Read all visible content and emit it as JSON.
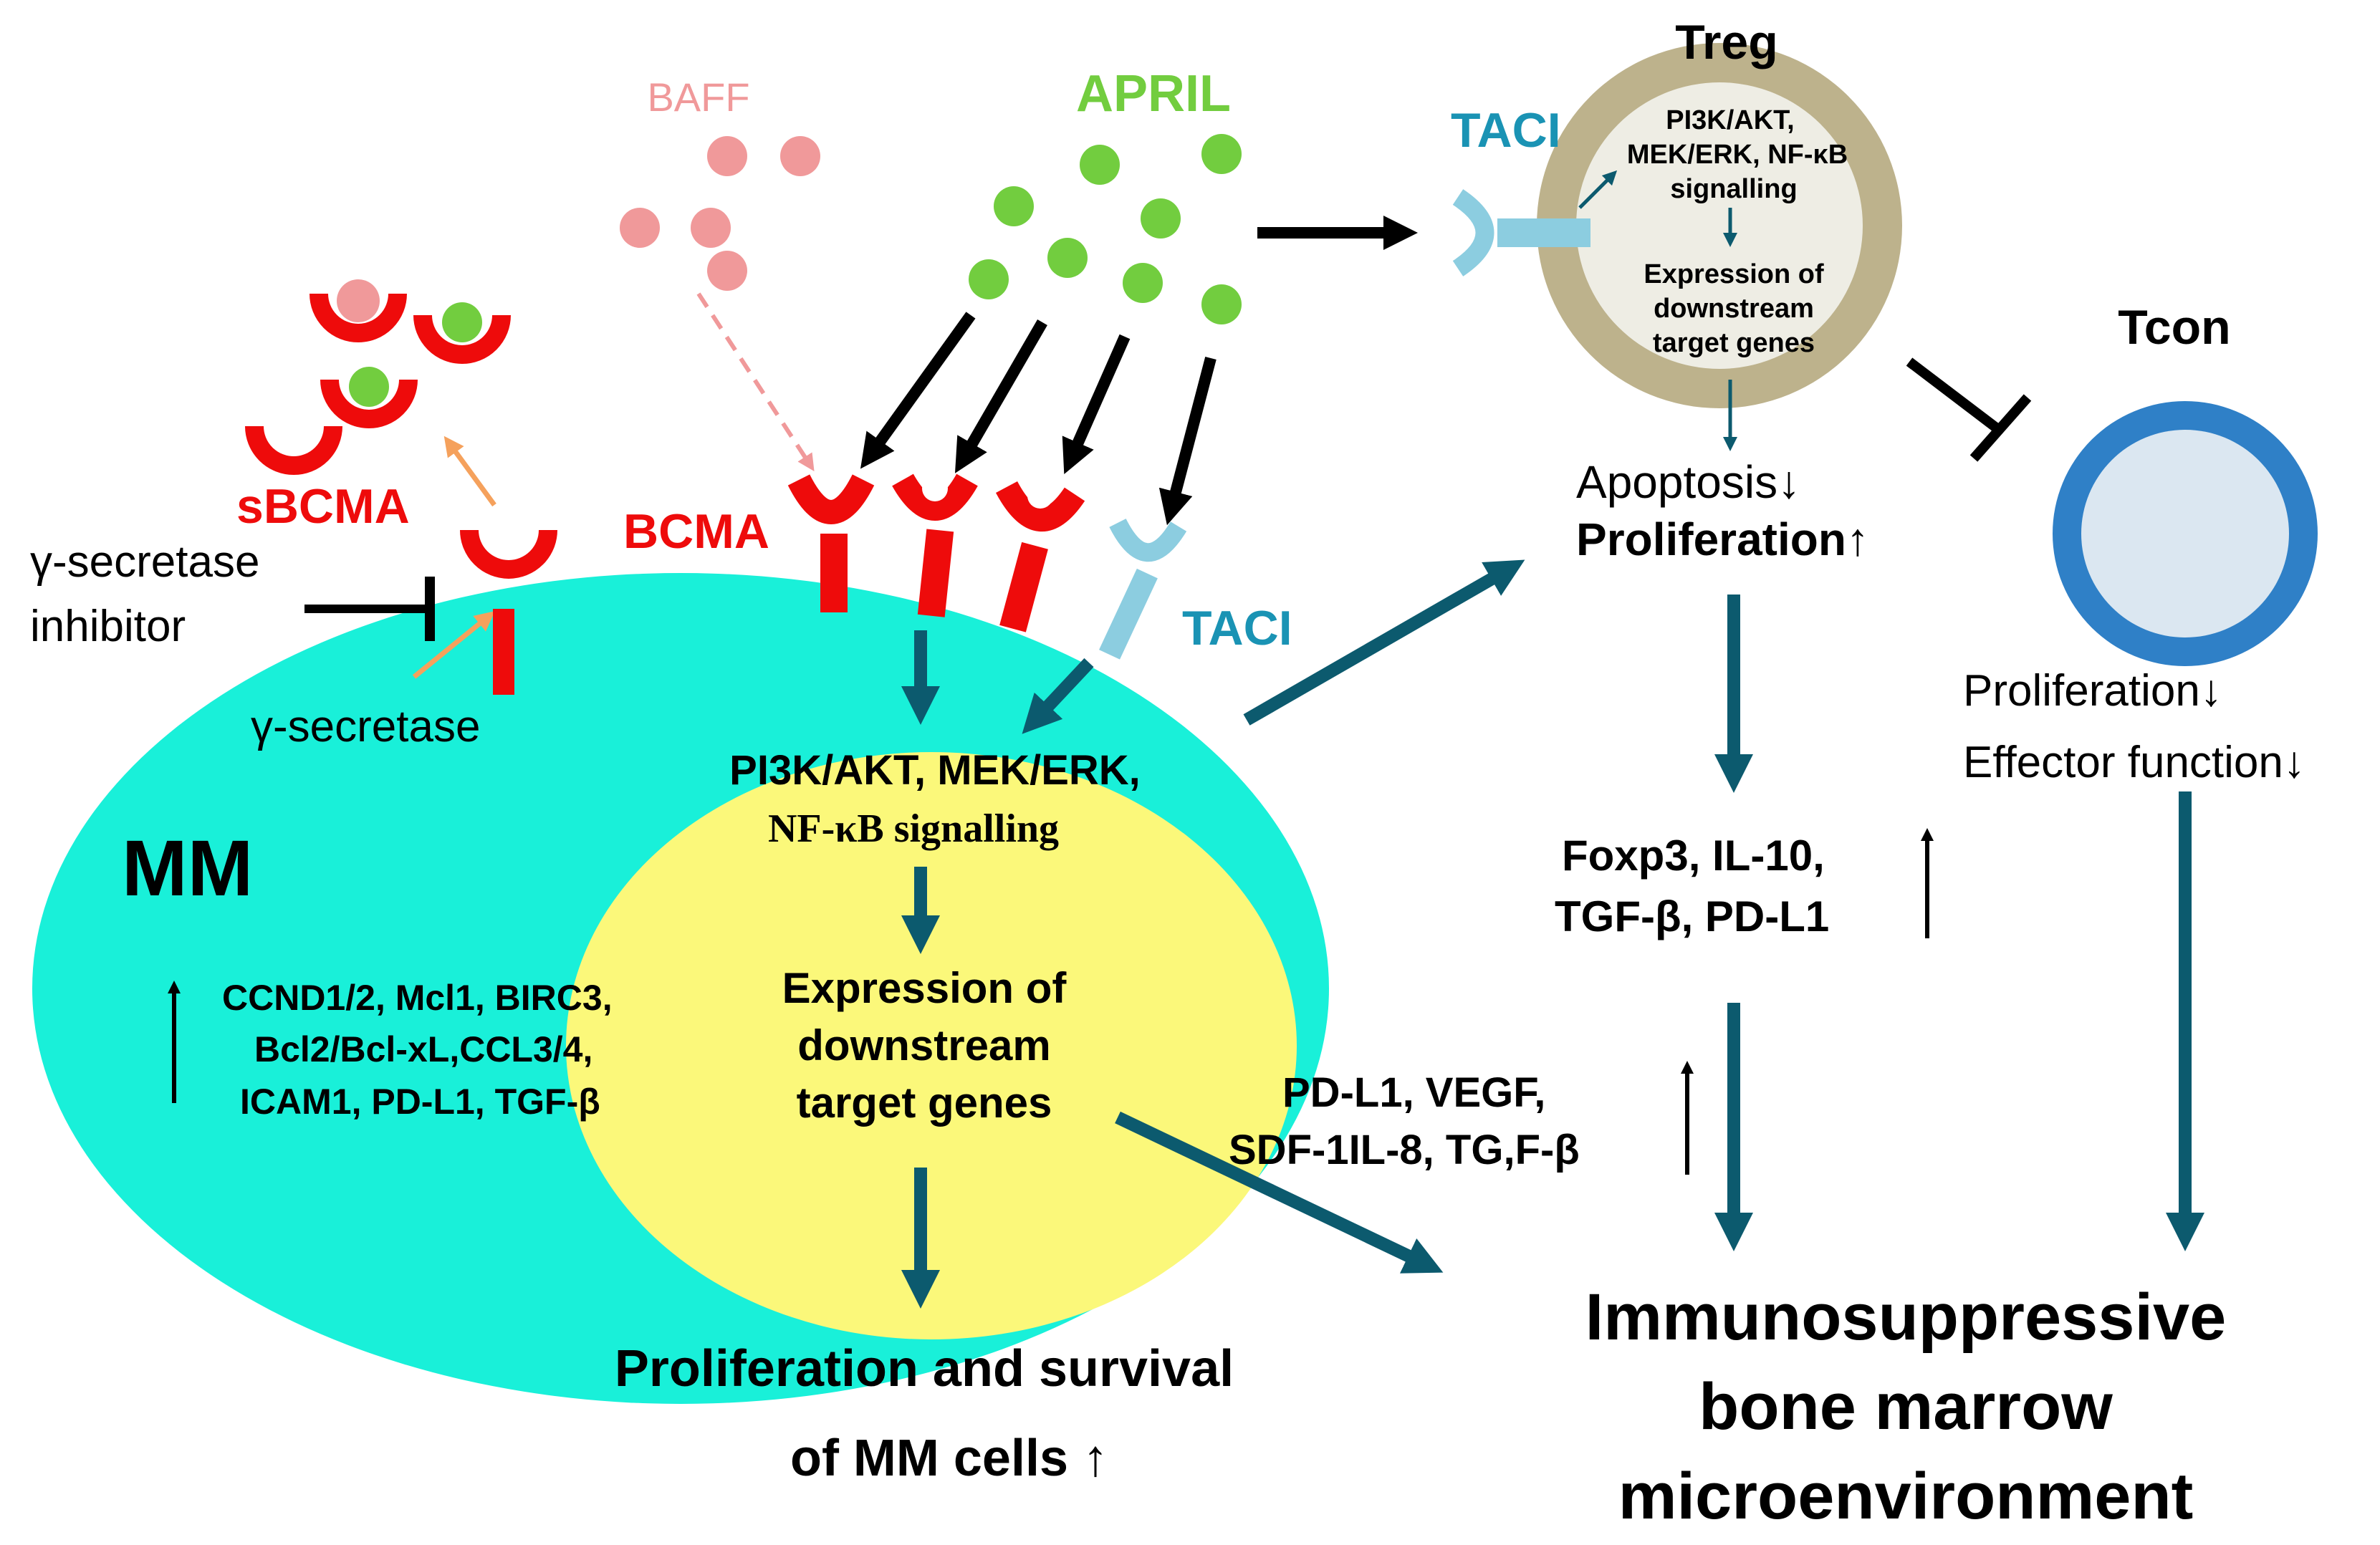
{
  "ligands": {
    "baff": "BAFF",
    "april": "APRIL"
  },
  "receptors": {
    "bcma": "BCMA",
    "sbcma": "sBCMA",
    "taci_mm": "TACI",
    "taci_treg": "TACI"
  },
  "secretase": {
    "inhibitor_line1": "γ-secretase",
    "inhibitor_line2": "inhibitor",
    "enzyme": "γ-secretase"
  },
  "mm_cell": {
    "label": "MM",
    "signalling_line1": "PI3K/AKT, MEK/ERK,",
    "signalling_line2": "NF-κB signalling",
    "expression_line1": "Expression of",
    "expression_line2": "downstream",
    "expression_line3": "target genes",
    "genes_line1": "CCND1/2, Mcl1, BIRC3,",
    "genes_line2": "Bcl2/Bcl-xL,CCL3/4,",
    "genes_line3": "ICAM1, PD-L1, TGF-β",
    "up_arrow": "↑"
  },
  "outcome_mm": {
    "line1": "Proliferation and survival",
    "line2": "of MM cells ↑"
  },
  "treg": {
    "title": "Treg",
    "signalling_line1": "PI3K/AKT,",
    "signalling_line2": "MEK/ERK, NF-κB",
    "signalling_line3": "signalling",
    "expression_line1": "Expression of",
    "expression_line2": "downstream",
    "expression_line3": "target genes",
    "apoptosis": "Apoptosis↓",
    "proliferation": "Proliferation↑",
    "markers_line1": "Foxp3, IL-10,",
    "markers_line2": "TGF-β, PD-L1"
  },
  "tcon": {
    "title": "Tcon",
    "proliferation": "Proliferation↓",
    "effector": "Effector function↓"
  },
  "secreted": {
    "line1": "PD-L1, VEGF,",
    "line2": "SDF-1IL-8, TG,F-β"
  },
  "outcome_bm": {
    "line1": "Immunosuppressive",
    "line2": "bone marrow",
    "line3": "microenvironment"
  },
  "colors": {
    "mm_cell": "#19f0d9",
    "nucleus": "#fbf87a",
    "bcma_red": "#ee0b0b",
    "taci_blue": "#8ccde0",
    "taci_text": "#1a93b4",
    "april_green": "#72cd3f",
    "baff_pink": "#f0999a",
    "teal_arrow": "#0c5a6e",
    "treg_ring": "#bdb28c",
    "treg_inner": "#eeede4",
    "tcon_ring": "#2f80c7",
    "tcon_inner": "#dbe7f1",
    "orange_arrow": "#f5a15c"
  }
}
